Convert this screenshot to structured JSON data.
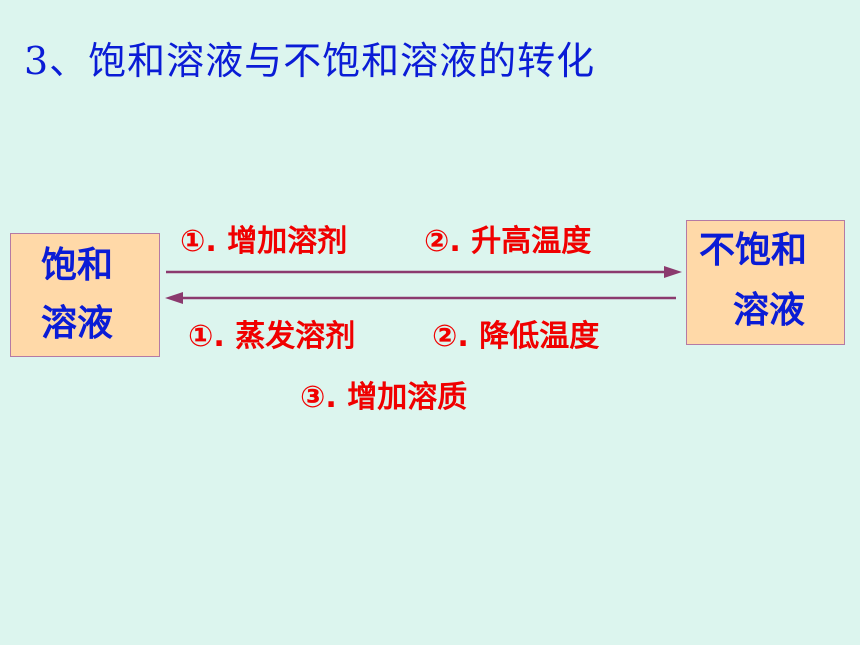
{
  "title": "3、饱和溶液与不饱和溶液的转化",
  "left_box": {
    "line1": "饱和",
    "line2": "溶液"
  },
  "right_box": {
    "line1": "不饱和",
    "line2": "溶液"
  },
  "forward_conditions": {
    "c1": "①. 增加溶剂",
    "c2": "②. 升高温度"
  },
  "backward_conditions": {
    "c1": "①. 蒸发溶剂",
    "c2": "②. 降低温度",
    "c3": "③. 增加溶质"
  },
  "colors": {
    "title": "#0a1cd6",
    "box_fill": "#ffd9a8",
    "condition_text": "#f00000",
    "arrow": "#8b3a6e"
  }
}
